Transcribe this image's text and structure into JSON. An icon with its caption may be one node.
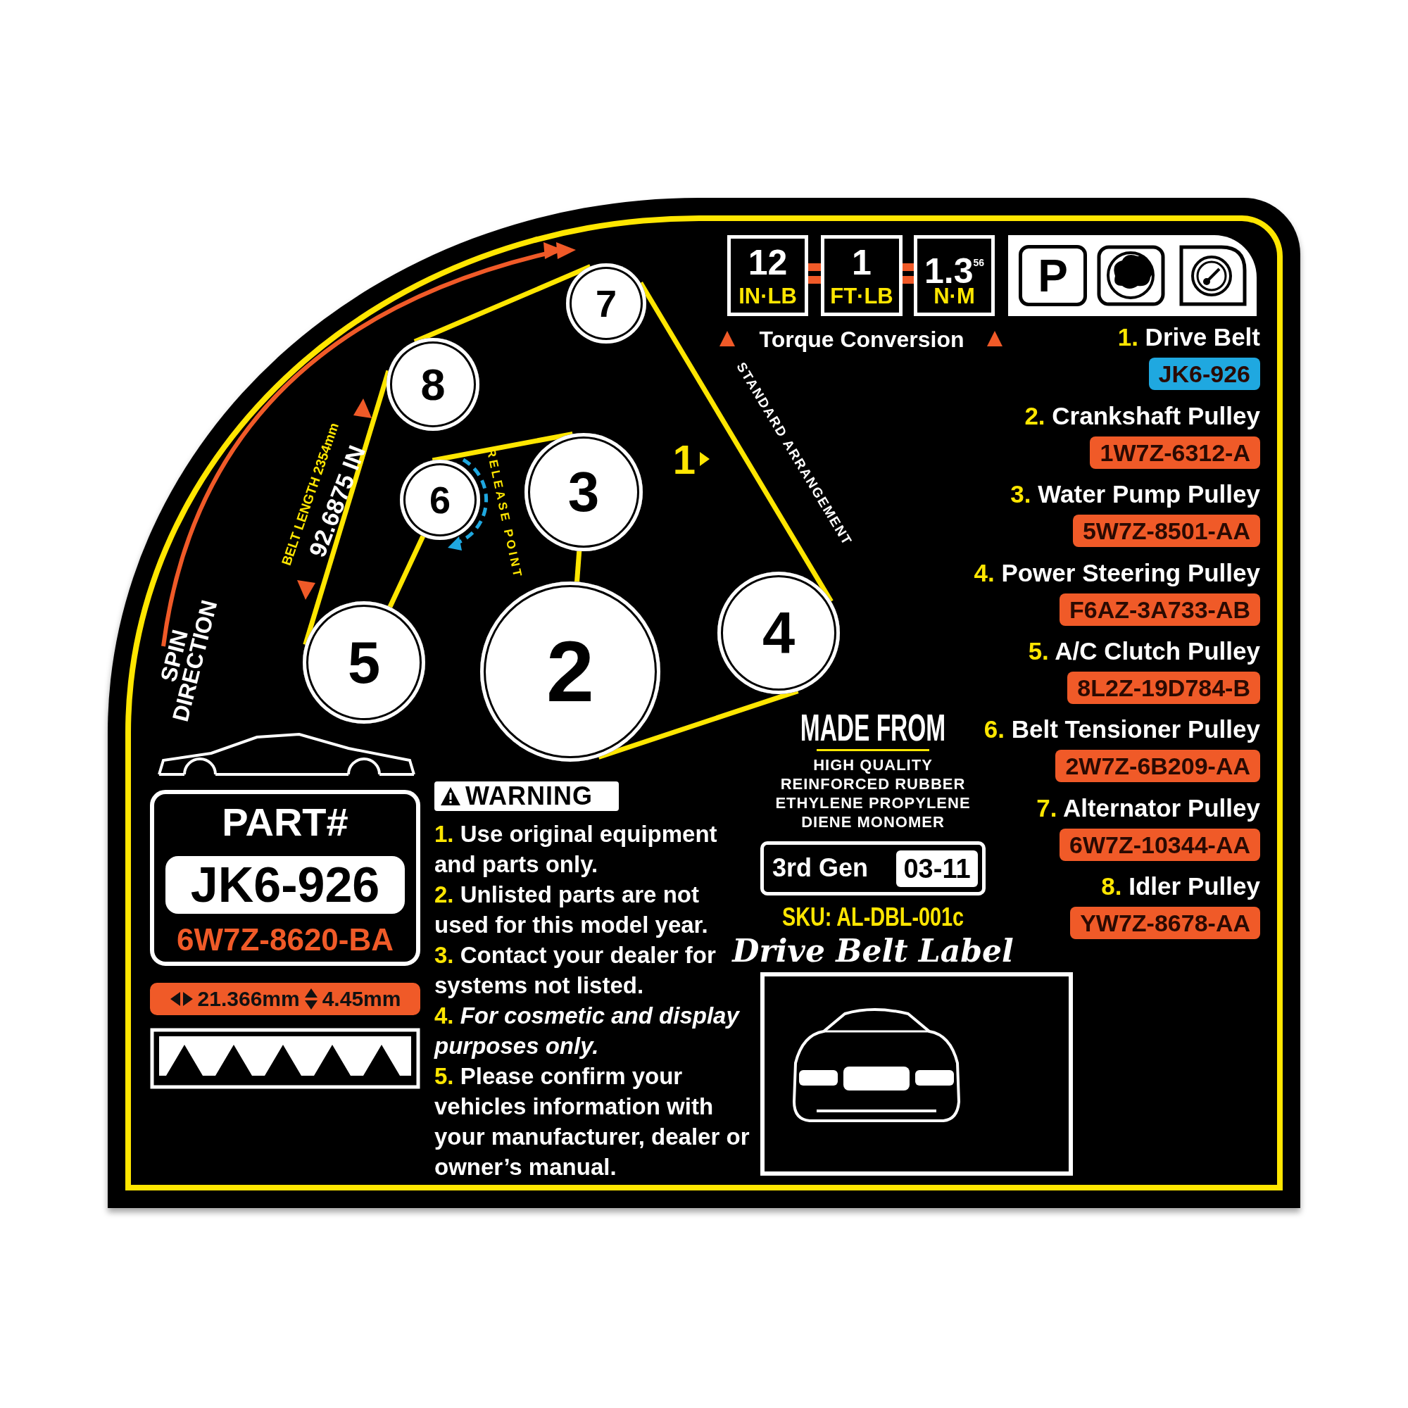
{
  "diagram": {
    "nodes": [
      {
        "text": [
          "12",
          "IN·LB"
        ]
      },
      {
        "text": [
          "1",
          "FT·LB"
        ]
      },
      {
        "text": [
          "1.3$^{56}$",
          "N·M"
        ]
      },
      {
        "text": [
          "P"
        ]
      },
      {
        "text": [
          "7"
        ]
      },
      {
        "text": [
          "JK6-926"
        ],
        "beside": [
          "1. Drive Belt"
        ]
      },
      {
        "text": [
          "8"
        ]
      },
      {
        "text": [
          "1W7Z-6312-A"
        ],
        "beside": [
          "2. Crankshaft Pulley"
        ]
      },
      {
        "text": [
          "6"
        ]
      },
      {
        "text": [
          "3"
        ]
      },
      {
        "text": [
          "5W7Z-8501-AA"
        ],
        "beside": [
          "3. Water Pump Pulley"
        ]
      },
      {
        "text": [
          "F6AZ-3A733-AB"
        ],
        "beside": [
          "4. Power Steering Pulley"
        ]
      },
      {
        "text": [
          "4"
        ]
      },
      {
        "text": [
          "5"
        ]
      },
      {
        "text": [
          "2"
        ]
      },
      {
        "text": [
          "8L2Z-19D784-B"
        ],
        "beside": [
          "5. A/C Clutch Pulley"
        ]
      },
      {
        "text": [
          "2W7Z-6B209-AA"
        ],
        "beside": [
          "6. Belt Tensioner Pulley"
        ]
      },
      {
        "text": [
          "6W7Z-10344-AA"
        ],
        "beside": [
          "7. Alternator Pulley"
        ]
      },
      {
        "text": [
          "WARNING"
        ]
      },
      {
        "text": [
          "PART#",
          "6W7Z-8620-BA"
        ]
      },
      {
        "text": [
          "JK6-926"
        ],
        "in": 19
      },
      {
        "text": [
          "3rd Gen"
        ]
      },
      {
        "text": [
          "03-11"
        ],
        "in": 21
      },
      {
        "text": [
          "YW7Z-8678-AA"
        ],
        "beside": [
          "8. Idler Pulley"
        ]
      },
      {
        "text": [
          "21.366mm",
          "4.45mm"
        ]
      }
    ],
    "edges": [
      {
        "from": 6,
        "to": 4,
        "arrow": "none"
      },
      {
        "from": 4,
        "to": 12,
        "arrow": "none"
      },
      {
        "from": 12,
        "to": 14,
        "arrow": "none"
      },
      {
        "from": 14,
        "to": 9,
        "arrow": "none"
      },
      {
        "from": 9,
        "to": 8,
        "arrow": "none"
      },
      {
        "from": 8,
        "to": 13,
        "arrow": "none"
      },
      {
        "from": 13,
        "to": 6,
        "arrow": "none"
      }
    ],
    "labels": [
      "Torque Conversion",
      "1",
      "STANDARD ARRANGEMENT",
      "BELT LENGTH 2354mm",
      "92.6875 IN",
      "RELEASE POINT",
      "SPIN DIRECTION",
      "MADE FROM",
      "HIGH QUALITY REINFORCED RUBBER ETHYLENE PROPYLENE DIENE MONOMER",
      "1. Use original equipment and parts only.",
      "2. Unlisted parts are **not used** for this model year.",
      "3. Contact your dealer for systems not listed.",
      "4. *For cosmetic and display purposes only.*",
      "5. Please confirm your vehicles information with your manufacturer, dealer or owner’s manual.",
      "SKU: AL-DBL-001c",
      "Drive Belt Label"
    ]
  }
}
